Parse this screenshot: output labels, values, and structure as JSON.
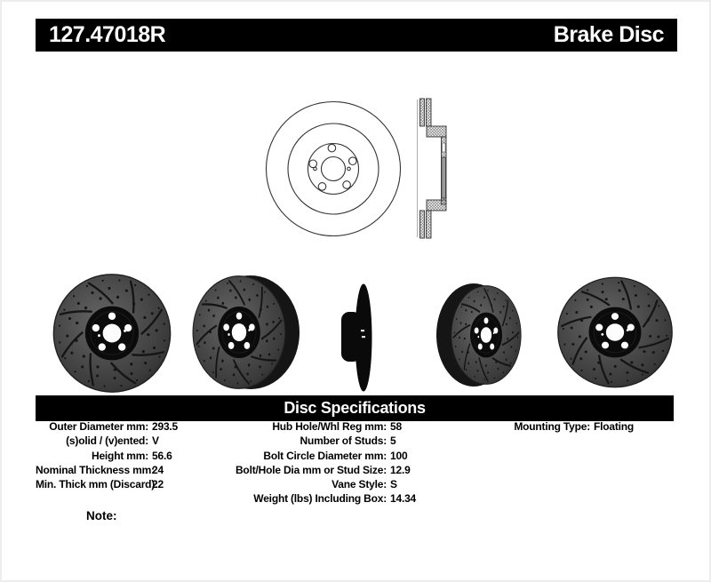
{
  "header": {
    "part_number": "127.47018R",
    "product_type": "Brake Disc"
  },
  "spec_bar": {
    "title": "Disc Specifications"
  },
  "specs": {
    "left": [
      {
        "label": "Outer Diameter mm:",
        "value": "293.5"
      },
      {
        "label": "(s)olid / (v)ented:",
        "value": "V"
      },
      {
        "label": "Height mm:",
        "value": "56.6"
      },
      {
        "label": "Nominal Thickness mm:",
        "value": "24"
      },
      {
        "label": "Min. Thick mm (Discard):",
        "value": "22"
      }
    ],
    "middle": [
      {
        "label": "Hub Hole/Whl Reg mm:",
        "value": "58"
      },
      {
        "label": "Number of Studs:",
        "value": "5"
      },
      {
        "label": "Bolt Circle Diameter mm:",
        "value": "100"
      },
      {
        "label": "Bolt/Hole Dia mm or Stud Size:",
        "value": "12.9"
      },
      {
        "label": "Vane Style:",
        "value": "S"
      },
      {
        "label": "Weight (lbs) Including Box:",
        "value": "14.34"
      }
    ],
    "right": [
      {
        "label": "Mounting Type:",
        "value": "Floating"
      }
    ]
  },
  "note": {
    "label": "Note:"
  },
  "drawings": {
    "front_view": "disc-front-view-line-drawing",
    "side_view": "disc-cross-section-line-drawing"
  },
  "photos": [
    {
      "name": "rotor-photo-face-tilted-left"
    },
    {
      "name": "rotor-photo-angled-right-edge"
    },
    {
      "name": "rotor-photo-edge-profile"
    },
    {
      "name": "rotor-photo-angled-left-edge"
    },
    {
      "name": "rotor-photo-face-on"
    }
  ],
  "colors": {
    "bar_bg": "#000000",
    "bar_text": "#ffffff",
    "rotor_body_light": "#636363",
    "rotor_body_dark": "#2f2f2f",
    "rotor_hub": "#0b0b0b",
    "rotor_hole": "#fdfdfd",
    "rotor_dot": "#141414",
    "drawing_stroke": "#333333"
  }
}
